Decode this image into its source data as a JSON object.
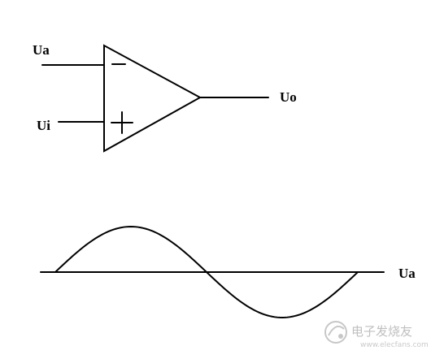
{
  "diagram": {
    "opamp": {
      "inverting_input_label": "Ua",
      "noninverting_input_label": "Ui",
      "output_label": "Uo",
      "minus_sign": "−",
      "plus_sign": "+"
    },
    "waveform": {
      "axis_label": "Ua"
    }
  },
  "watermark": {
    "text": "电子发烧友",
    "url": "www.elecfans.com",
    "color": "#b9b9b9"
  }
}
